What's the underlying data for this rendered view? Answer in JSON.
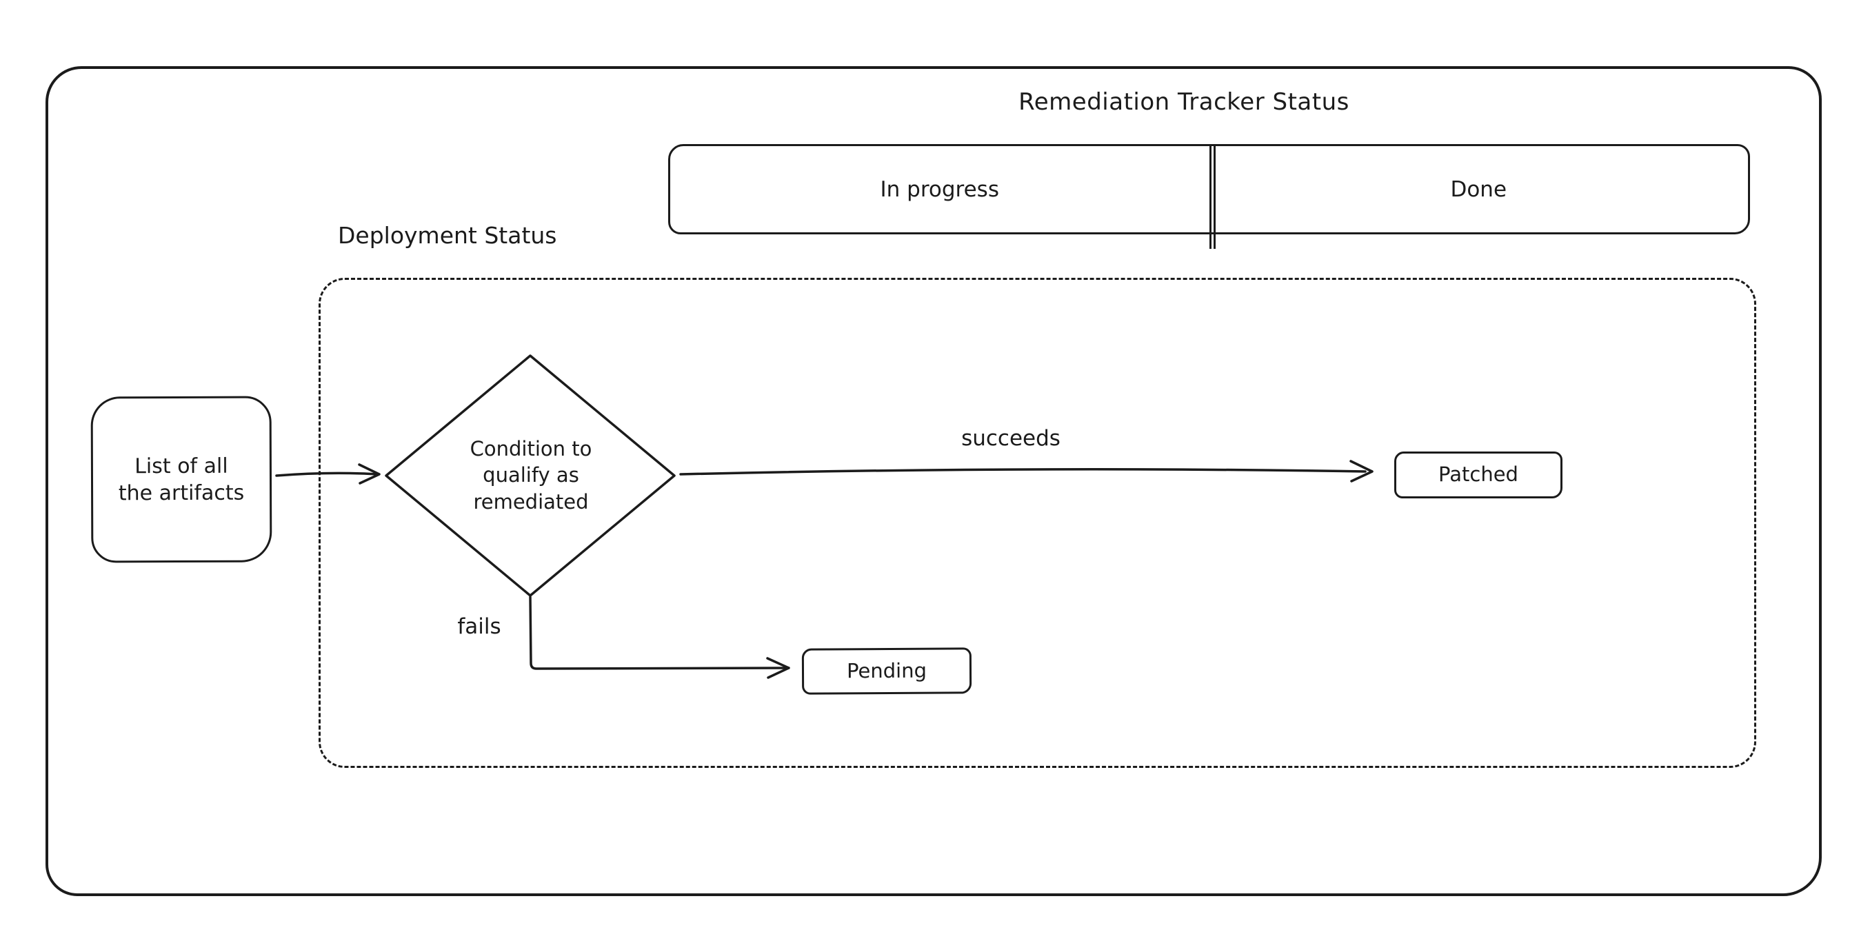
{
  "diagram": {
    "title": "Remediation Tracker Status",
    "tracker": {
      "in_progress": "In progress",
      "done": "Done"
    },
    "deployment_label": "Deployment Status",
    "nodes": {
      "artifacts": "List of all\nthe artifacts",
      "condition": "Condition to\nqualify as\nremediated",
      "patched": "Patched",
      "pending": "Pending"
    },
    "edges": {
      "succeeds": "succeeds",
      "fails": "fails"
    },
    "colors": {
      "stroke": "#1b1b1b",
      "background": "#ffffff"
    }
  }
}
